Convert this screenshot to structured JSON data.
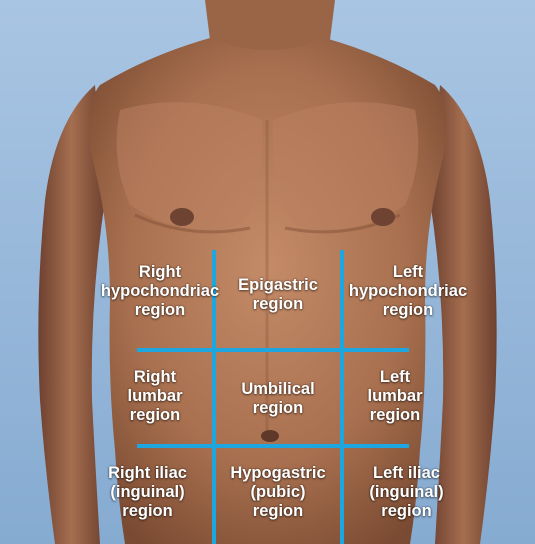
{
  "colors": {
    "background": "#8fb4d8",
    "skin": "#b07553",
    "grid_lines": "#1ea6e0",
    "label_text": "#ffffff"
  },
  "regions": {
    "right_hypochondriac": "Right\nhypochondriac\nregion",
    "epigastric": "Epigastric\nregion",
    "left_hypochondriac": "Left\nhypochondriac\nregion",
    "right_lumbar": "Right\nlumbar\nregion",
    "umbilical": "Umbilical\nregion",
    "left_lumbar": "Left\nlumbar\nregion",
    "right_iliac": "Right iliac\n(inguinal)\nregion",
    "hypogastric": "Hypogastric\n(pubic)\nregion",
    "left_iliac": "Left iliac\n(inguinal)\nregion"
  }
}
